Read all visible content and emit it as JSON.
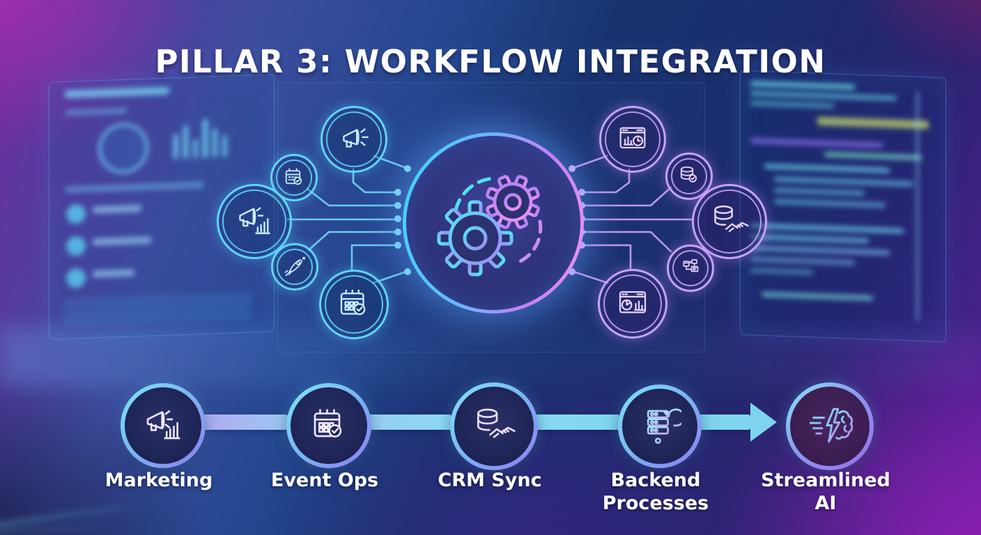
{
  "title": "PILLAR 3: WORKFLOW INTEGRATION",
  "hub": {
    "icon": "gears-icon"
  },
  "satellites": {
    "left": [
      {
        "icon": "megaphone-icon",
        "size": "large"
      },
      {
        "icon": "calendar-check-icon",
        "size": "small"
      },
      {
        "icon": "megaphone-chart-icon",
        "size": "large"
      },
      {
        "icon": "rocket-icon",
        "size": "small"
      },
      {
        "icon": "calendar-grid-check-icon",
        "size": "large"
      }
    ],
    "right": [
      {
        "icon": "analytics-clock-icon",
        "size": "large"
      },
      {
        "icon": "database-check-icon",
        "size": "small"
      },
      {
        "icon": "database-handshake-icon",
        "size": "large"
      },
      {
        "icon": "flowchart-icon",
        "size": "small"
      },
      {
        "icon": "analytics-pie-icon",
        "size": "large"
      }
    ]
  },
  "process_flow": {
    "items": [
      {
        "label": "Marketing",
        "icon": "megaphone-chart-icon"
      },
      {
        "label": "Event Ops",
        "icon": "calendar-check-icon"
      },
      {
        "label": "CRM Sync",
        "icon": "database-handshake-icon"
      },
      {
        "label": "Backend Processes",
        "icon": "server-sync-icon"
      },
      {
        "label": "Streamlined AI",
        "icon": "bolt-brain-icon"
      }
    ]
  },
  "colors": {
    "accent_cyan": "#5fd2f7",
    "accent_purple": "#c9a2f7",
    "arrow_fill": "#7ed4ee",
    "hub_ring_left": "#41d4ff",
    "hub_ring_right": "#ee96ee",
    "title_color": "#ffffff",
    "background_purple": "#6d2aa0",
    "background_blue": "#17346f"
  }
}
